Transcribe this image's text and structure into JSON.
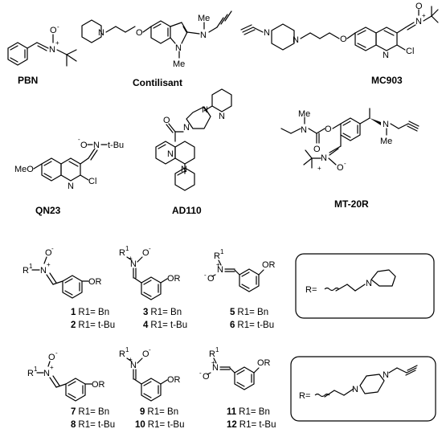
{
  "compounds": {
    "pbn": "PBN",
    "contilisant": "Contilisant",
    "mc903": "MC903",
    "qn23": "QN23",
    "ad110": "AD110",
    "mt20r": "MT-20R"
  },
  "atoms": {
    "n": "N",
    "o": "O",
    "o_minus": "O",
    "n_plus": "N",
    "me": "Me",
    "meo": "MeO",
    "cl": "Cl",
    "tbu": "t-Bu",
    "r1": "R",
    "or": "OR",
    "r_eq": "R=",
    "o_letter": "O"
  },
  "series_labels": [
    {
      "num": "1",
      "sub": "R1= Bn"
    },
    {
      "num": "2",
      "sub": "R1= t-Bu"
    },
    {
      "num": "3",
      "sub": "R1= Bn"
    },
    {
      "num": "4",
      "sub": "R1= t-Bu"
    },
    {
      "num": "5",
      "sub": "R1= Bn"
    },
    {
      "num": "6",
      "sub": "R1= t-Bu"
    },
    {
      "num": "7",
      "sub": "R1= Bn"
    },
    {
      "num": "8",
      "sub": "R1= t-Bu"
    },
    {
      "num": "9",
      "sub": "R1= Bn"
    },
    {
      "num": "10",
      "sub": "R1= t-Bu"
    },
    {
      "num": "11",
      "sub": "R1= Bn"
    },
    {
      "num": "12",
      "sub": "R1= t-Bu"
    }
  ]
}
